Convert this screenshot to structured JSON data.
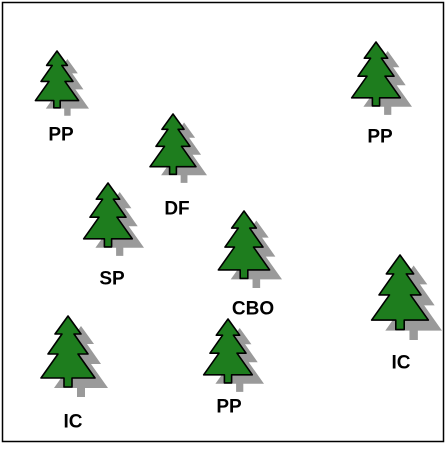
{
  "colors": {
    "tree_fill": "#1e7d1e",
    "tree_stroke": "#000000",
    "shadow": "#9a9a9a",
    "frame": "#000000",
    "background": "#ffffff"
  },
  "icon": "conifer-tree-icon",
  "trees": [
    {
      "id": "pp-top-left",
      "label": "PP"
    },
    {
      "id": "pp-top-right",
      "label": "PP"
    },
    {
      "id": "df",
      "label": "DF"
    },
    {
      "id": "sp",
      "label": "SP"
    },
    {
      "id": "cbo",
      "label": "CBO"
    },
    {
      "id": "ic-right",
      "label": "IC"
    },
    {
      "id": "ic-bottom-left",
      "label": "IC"
    },
    {
      "id": "pp-bottom",
      "label": "PP"
    }
  ]
}
